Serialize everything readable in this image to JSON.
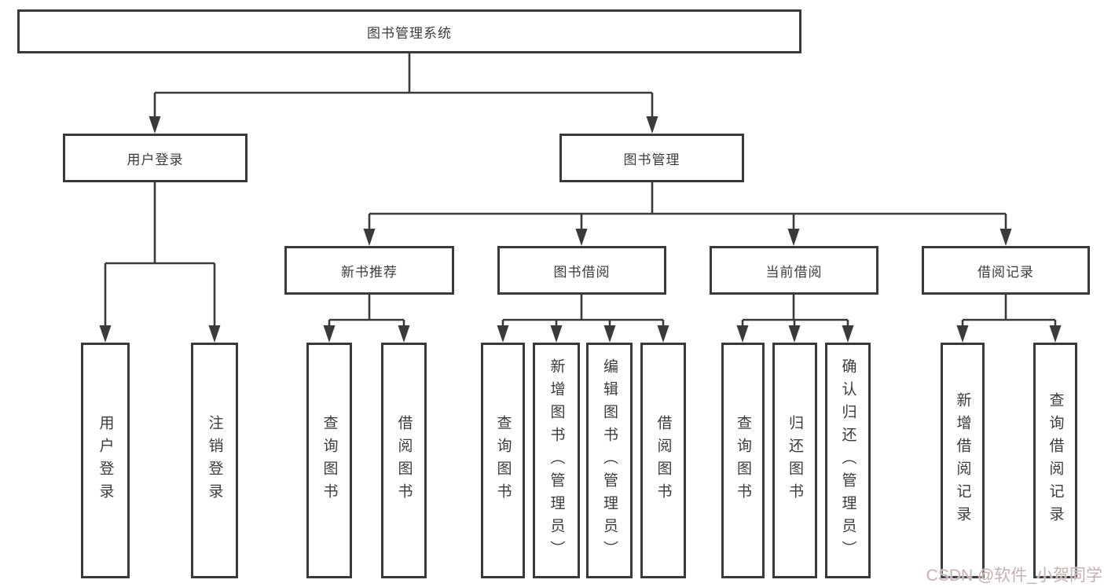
{
  "diagram": {
    "title": "图书管理系统",
    "colors": {
      "line": "#3a3a3a",
      "box_border": "#3a3a3a",
      "text": "#3c3c3c",
      "background": "#ffffff",
      "watermark": "#c9b0b0"
    },
    "root": {
      "label": "图书管理系统"
    },
    "level1": [
      {
        "label": "用户登录"
      },
      {
        "label": "图书管理"
      }
    ],
    "level2": [
      {
        "label": "新书推荐",
        "parent": "图书管理"
      },
      {
        "label": "图书借阅",
        "parent": "图书管理"
      },
      {
        "label": "当前借阅",
        "parent": "图书管理"
      },
      {
        "label": "借阅记录",
        "parent": "图书管理"
      }
    ],
    "leaves": [
      {
        "label": "用户登录",
        "parent": "用户登录"
      },
      {
        "label": "注销登录",
        "parent": "用户登录"
      },
      {
        "label": "查询图书",
        "parent": "新书推荐"
      },
      {
        "label": "借阅图书",
        "parent": "新书推荐"
      },
      {
        "label": "查询图书",
        "parent": "图书借阅"
      },
      {
        "label": "新增图书（管理员）",
        "parent": "图书借阅"
      },
      {
        "label": "编辑图书（管理员）",
        "parent": "图书借阅"
      },
      {
        "label": "借阅图书",
        "parent": "图书借阅"
      },
      {
        "label": "查询图书",
        "parent": "当前借阅"
      },
      {
        "label": "归还图书",
        "parent": "当前借阅"
      },
      {
        "label": "确认归还（管理员）",
        "parent": "当前借阅"
      },
      {
        "label": "新增借阅记录",
        "parent": "借阅记录"
      },
      {
        "label": "查询借阅记录",
        "parent": "借阅记录"
      }
    ],
    "watermark": "CSDN @软件_小贺同学"
  }
}
